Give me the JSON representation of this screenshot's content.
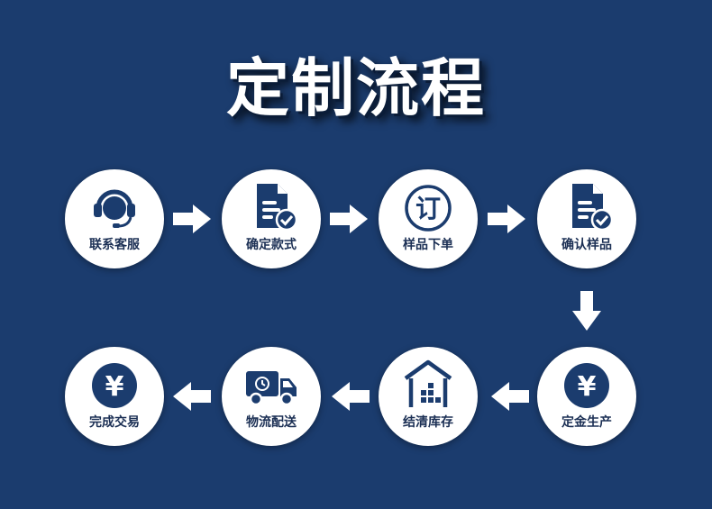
{
  "title": "定制流程",
  "colors": {
    "background": "#1b3c6e",
    "circle": "#ffffff",
    "icon": "#1b3c6e",
    "check": "#1b3c6e",
    "arrow": "#ffffff"
  },
  "steps": [
    {
      "label": "联系客服",
      "icon": "headset-icon"
    },
    {
      "label": "确定款式",
      "icon": "document-check-icon"
    },
    {
      "label": "样品下单",
      "icon": "order-seal-icon",
      "icon_text": "订"
    },
    {
      "label": "确认样品",
      "icon": "document-check-icon"
    },
    {
      "label": "定金生产",
      "icon": "yuan-coin-icon",
      "icon_text": "¥"
    },
    {
      "label": "结清库存",
      "icon": "warehouse-icon"
    },
    {
      "label": "物流配送",
      "icon": "delivery-truck-icon"
    },
    {
      "label": "完成交易",
      "icon": "yuan-coin-icon",
      "icon_text": "¥"
    }
  ]
}
